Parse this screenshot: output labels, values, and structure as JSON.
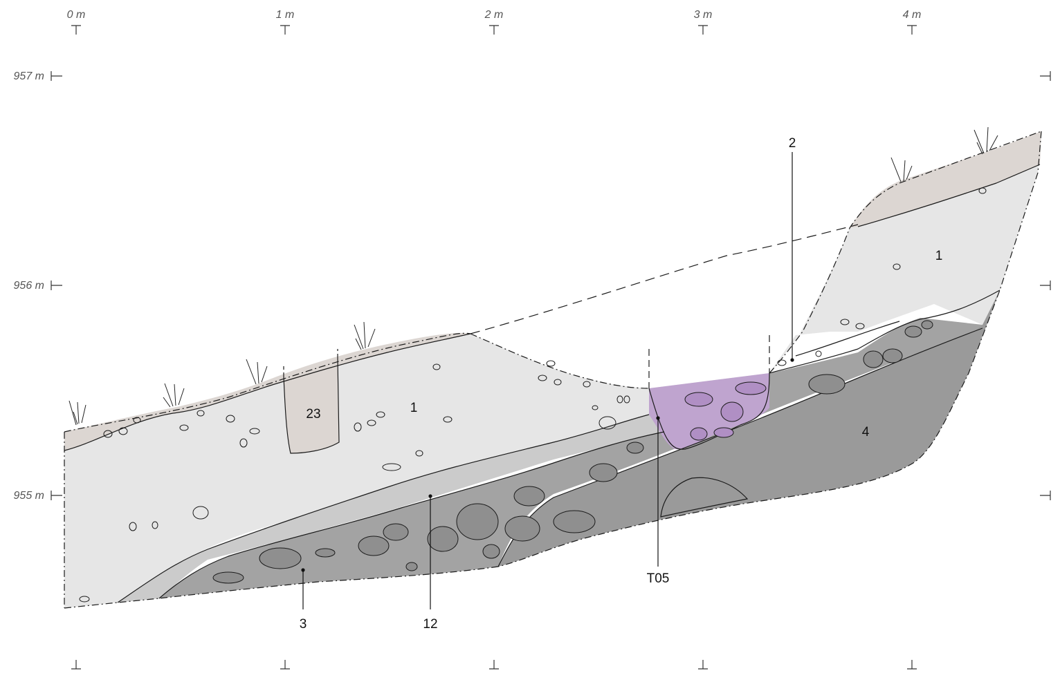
{
  "scale": {
    "x_labels": [
      "0 m",
      "1 m",
      "2 m",
      "3 m",
      "4 m"
    ],
    "y_labels": [
      "957 m",
      "956 m",
      "955 m"
    ]
  },
  "layers": {
    "l1_left": "1",
    "l1_right": "1",
    "l2": "2",
    "l3": "3",
    "l4": "4",
    "l12": "12",
    "l23": "23",
    "t05": "T05"
  },
  "colors": {
    "topsoil": "#dcd6d2",
    "layer_1": "#e6e6e6",
    "layer_12": "#cbcbcb",
    "layer_3": "#a3a3a3",
    "layer_4": "#9a9a9a",
    "feature_t05": "#bfa4cf",
    "feature_23": "#dcd6d2"
  }
}
